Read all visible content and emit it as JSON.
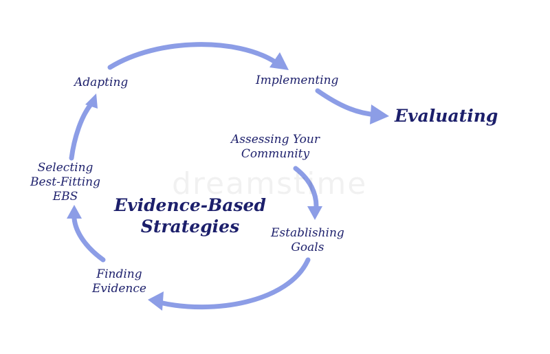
{
  "diagram": {
    "center_title": [
      "Evidence-Based",
      "Strategies"
    ],
    "steps": {
      "adapting": [
        "Adapting"
      ],
      "implementing": [
        "Implementing"
      ],
      "evaluating": [
        "Evaluating"
      ],
      "assessing": [
        "Assessing Your",
        "Community"
      ],
      "establishing": [
        "Establishing",
        "Goals"
      ],
      "finding": [
        "Finding",
        "Evidence"
      ],
      "selecting": [
        "Selecting",
        "Best-Fitting",
        "EBS"
      ]
    },
    "watermark": "dreamstime",
    "colors": {
      "arrow": "#8c9de6",
      "text": "#1c1f6b",
      "background": "#ffffff"
    }
  }
}
